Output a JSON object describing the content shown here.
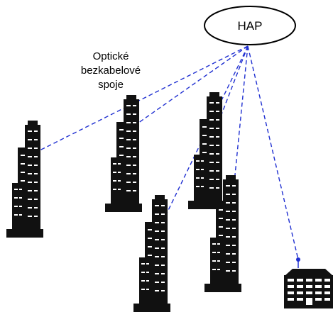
{
  "hap": {
    "label": "HAP"
  },
  "caption": {
    "lines": [
      "Optické",
      "bezkabelové",
      "spoje"
    ]
  },
  "colors": {
    "link": "#1f2fd1",
    "building": "#111111",
    "window": "#ffffff"
  },
  "icons": {
    "tower": "skyscraper-icon",
    "house": "building-icon"
  }
}
